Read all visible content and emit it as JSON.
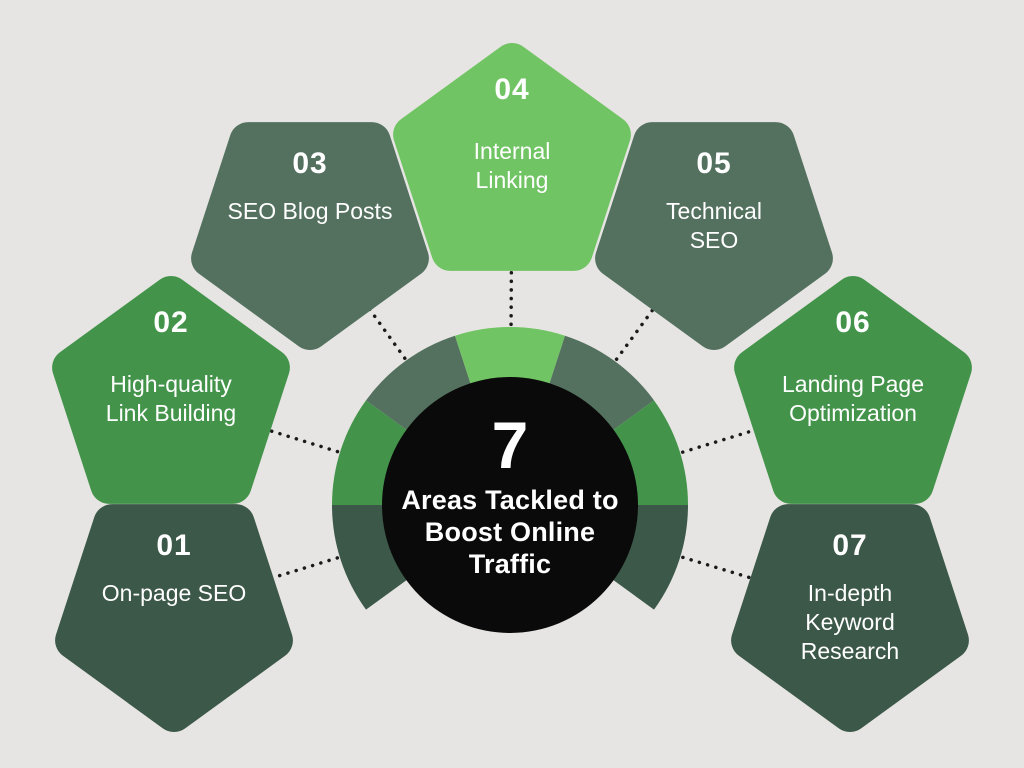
{
  "title": {
    "number": "7",
    "text": "Areas Tackled to\nBoost Online\nTraffic"
  },
  "items": [
    {
      "number": "01",
      "label": "On-page SEO",
      "color": "#3C5849"
    },
    {
      "number": "02",
      "label": "High-quality\nLink Building",
      "color": "#43944A"
    },
    {
      "number": "03",
      "label": "SEO Blog Posts",
      "color": "#54715F"
    },
    {
      "number": "04",
      "label": "Internal\nLinking",
      "color": "#71C463"
    },
    {
      "number": "05",
      "label": "Technical\nSEO",
      "color": "#54715F"
    },
    {
      "number": "06",
      "label": "Landing Page\nOptimization",
      "color": "#43944A"
    },
    {
      "number": "07",
      "label": "In-depth\nKeyword\nResearch",
      "color": "#3C5849"
    }
  ],
  "colors": {
    "background": "#E6E5E3",
    "center_circle": "#0A0A0A",
    "text": "#FFFFFF",
    "connector": "#1A1A1A"
  }
}
